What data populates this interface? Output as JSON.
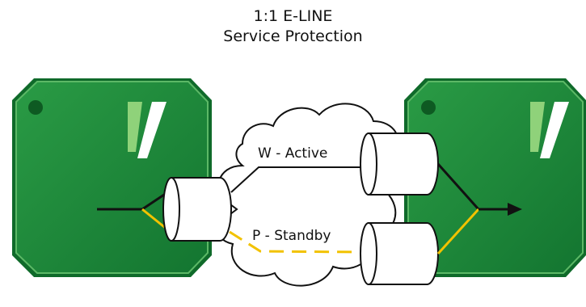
{
  "title": {
    "line1": "1:1 E-LINE",
    "line2": "Service Protection"
  },
  "paths": {
    "working_label": "W - Active",
    "protect_label": "P - Standby"
  },
  "colors": {
    "device_green": "#1b8a3a",
    "device_edge": "#4fae5a",
    "logo_green": "#5cc35f",
    "active_line": "#111111",
    "standby_line": "#f2c200"
  }
}
